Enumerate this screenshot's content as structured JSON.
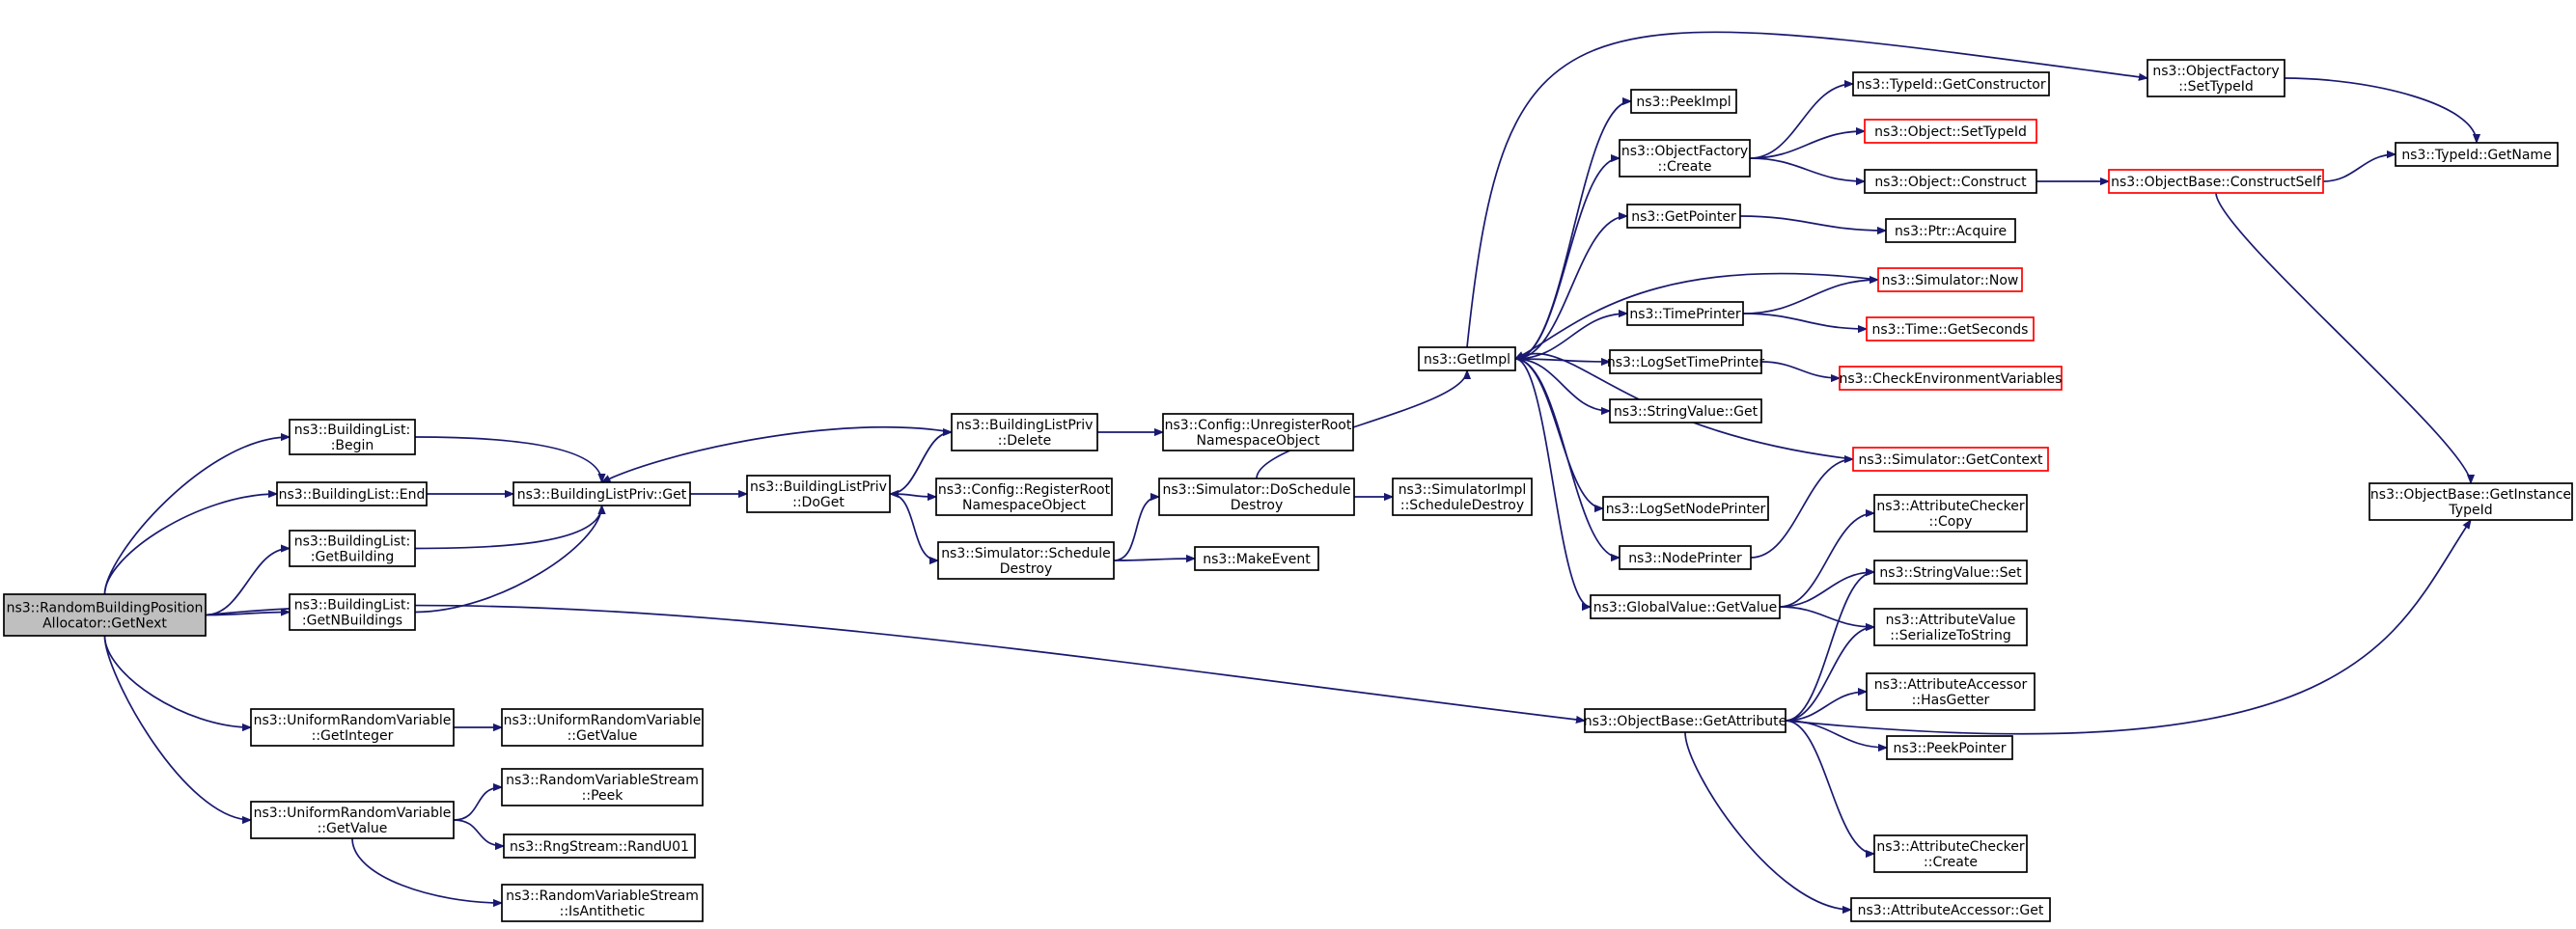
{
  "nodes": {
    "root": [
      "ns3::RandomBuildingPosition",
      "Allocator::GetNext"
    ],
    "bl_begin": [
      "ns3::BuildingList:",
      ":Begin"
    ],
    "bl_end": [
      "ns3::BuildingList::End"
    ],
    "bl_getbuilding": [
      "ns3::BuildingList:",
      ":GetBuilding"
    ],
    "bl_getn": [
      "ns3::BuildingList:",
      ":GetNBuildings"
    ],
    "blp_get": [
      "ns3::BuildingListPriv::Get"
    ],
    "blp_doget": [
      "ns3::BuildingListPriv",
      "::DoGet"
    ],
    "blp_delete": [
      "ns3::BuildingListPriv",
      "::Delete"
    ],
    "cfg_unreg": [
      "ns3::Config::UnregisterRoot",
      "NamespaceObject"
    ],
    "cfg_reg": [
      "ns3::Config::RegisterRoot",
      "NamespaceObject"
    ],
    "sim_sched_destroy": [
      "ns3::Simulator::Schedule",
      "Destroy"
    ],
    "sim_dosched_destroy": [
      "ns3::Simulator::DoSchedule",
      "Destroy"
    ],
    "simimpl_sched_destroy": [
      "ns3::SimulatorImpl",
      "::ScheduleDestroy"
    ],
    "makeevent": [
      "ns3::MakeEvent"
    ],
    "getimpl": [
      "ns3::GetImpl"
    ],
    "peekimpl": [
      "ns3::PeekImpl"
    ],
    "of_create": [
      "ns3::ObjectFactory",
      "::Create"
    ],
    "getpointer": [
      "ns3::GetPointer"
    ],
    "timeprinter": [
      "ns3::TimePrinter"
    ],
    "logsettimeprinter": [
      "ns3::LogSetTimePrinter"
    ],
    "stringvalue_get": [
      "ns3::StringValue::Get"
    ],
    "logsetnodeprinter": [
      "ns3::LogSetNodePrinter"
    ],
    "nodeprinter": [
      "ns3::NodePrinter"
    ],
    "gv_getvalue": [
      "ns3::GlobalValue::GetValue"
    ],
    "typeid_getctor": [
      "ns3::TypeId::GetConstructor"
    ],
    "obj_settypeid": [
      "ns3::Object::SetTypeId"
    ],
    "obj_construct": [
      "ns3::Object::Construct"
    ],
    "ptr_acquire": [
      "ns3::Ptr::Acquire"
    ],
    "sim_now": [
      "ns3::Simulator::Now"
    ],
    "time_getseconds": [
      "ns3::Time::GetSeconds"
    ],
    "checkenv": [
      "ns3::CheckEnvironmentVariables"
    ],
    "sim_getcontext": [
      "ns3::Simulator::GetContext"
    ],
    "ac_copy": [
      "ns3::AttributeChecker",
      "::Copy"
    ],
    "sv_set": [
      "ns3::StringValue::Set"
    ],
    "av_serialize": [
      "ns3::AttributeValue",
      "::SerializeToString"
    ],
    "acc_hasgetter": [
      "ns3::AttributeAccessor",
      "::HasGetter"
    ],
    "peekpointer": [
      "ns3::PeekPointer"
    ],
    "ac_create": [
      "ns3::AttributeChecker",
      "::Create"
    ],
    "acc_get": [
      "ns3::AttributeAccessor::Get"
    ],
    "of_settypeid": [
      "ns3::ObjectFactory",
      "::SetTypeId"
    ],
    "typeid_getname": [
      "ns3::TypeId::GetName"
    ],
    "ob_constructself": [
      "ns3::ObjectBase::ConstructSelf"
    ],
    "ob_getinstancetypeid": [
      "ns3::ObjectBase::GetInstance",
      "TypeId"
    ],
    "ob_getattribute": [
      "ns3::ObjectBase::GetAttribute"
    ],
    "urv_getinteger": [
      "ns3::UniformRandomVariable",
      "::GetInteger"
    ],
    "urv_getvalue_a": [
      "ns3::UniformRandomVariable",
      "::GetValue"
    ],
    "urv_getvalue_b": [
      "ns3::UniformRandomVariable",
      "::GetValue"
    ],
    "rvs_peek": [
      "ns3::RandomVariableStream",
      "::Peek"
    ],
    "rng_randu01": [
      "ns3::RngStream::RandU01"
    ],
    "rvs_isantithetic": [
      "ns3::RandomVariableStream",
      "::IsAntithetic"
    ]
  },
  "highlight_colors": {
    "edge": "#191970",
    "root_fill": "#bfbfbf",
    "truncated_border": "#ff0000"
  }
}
